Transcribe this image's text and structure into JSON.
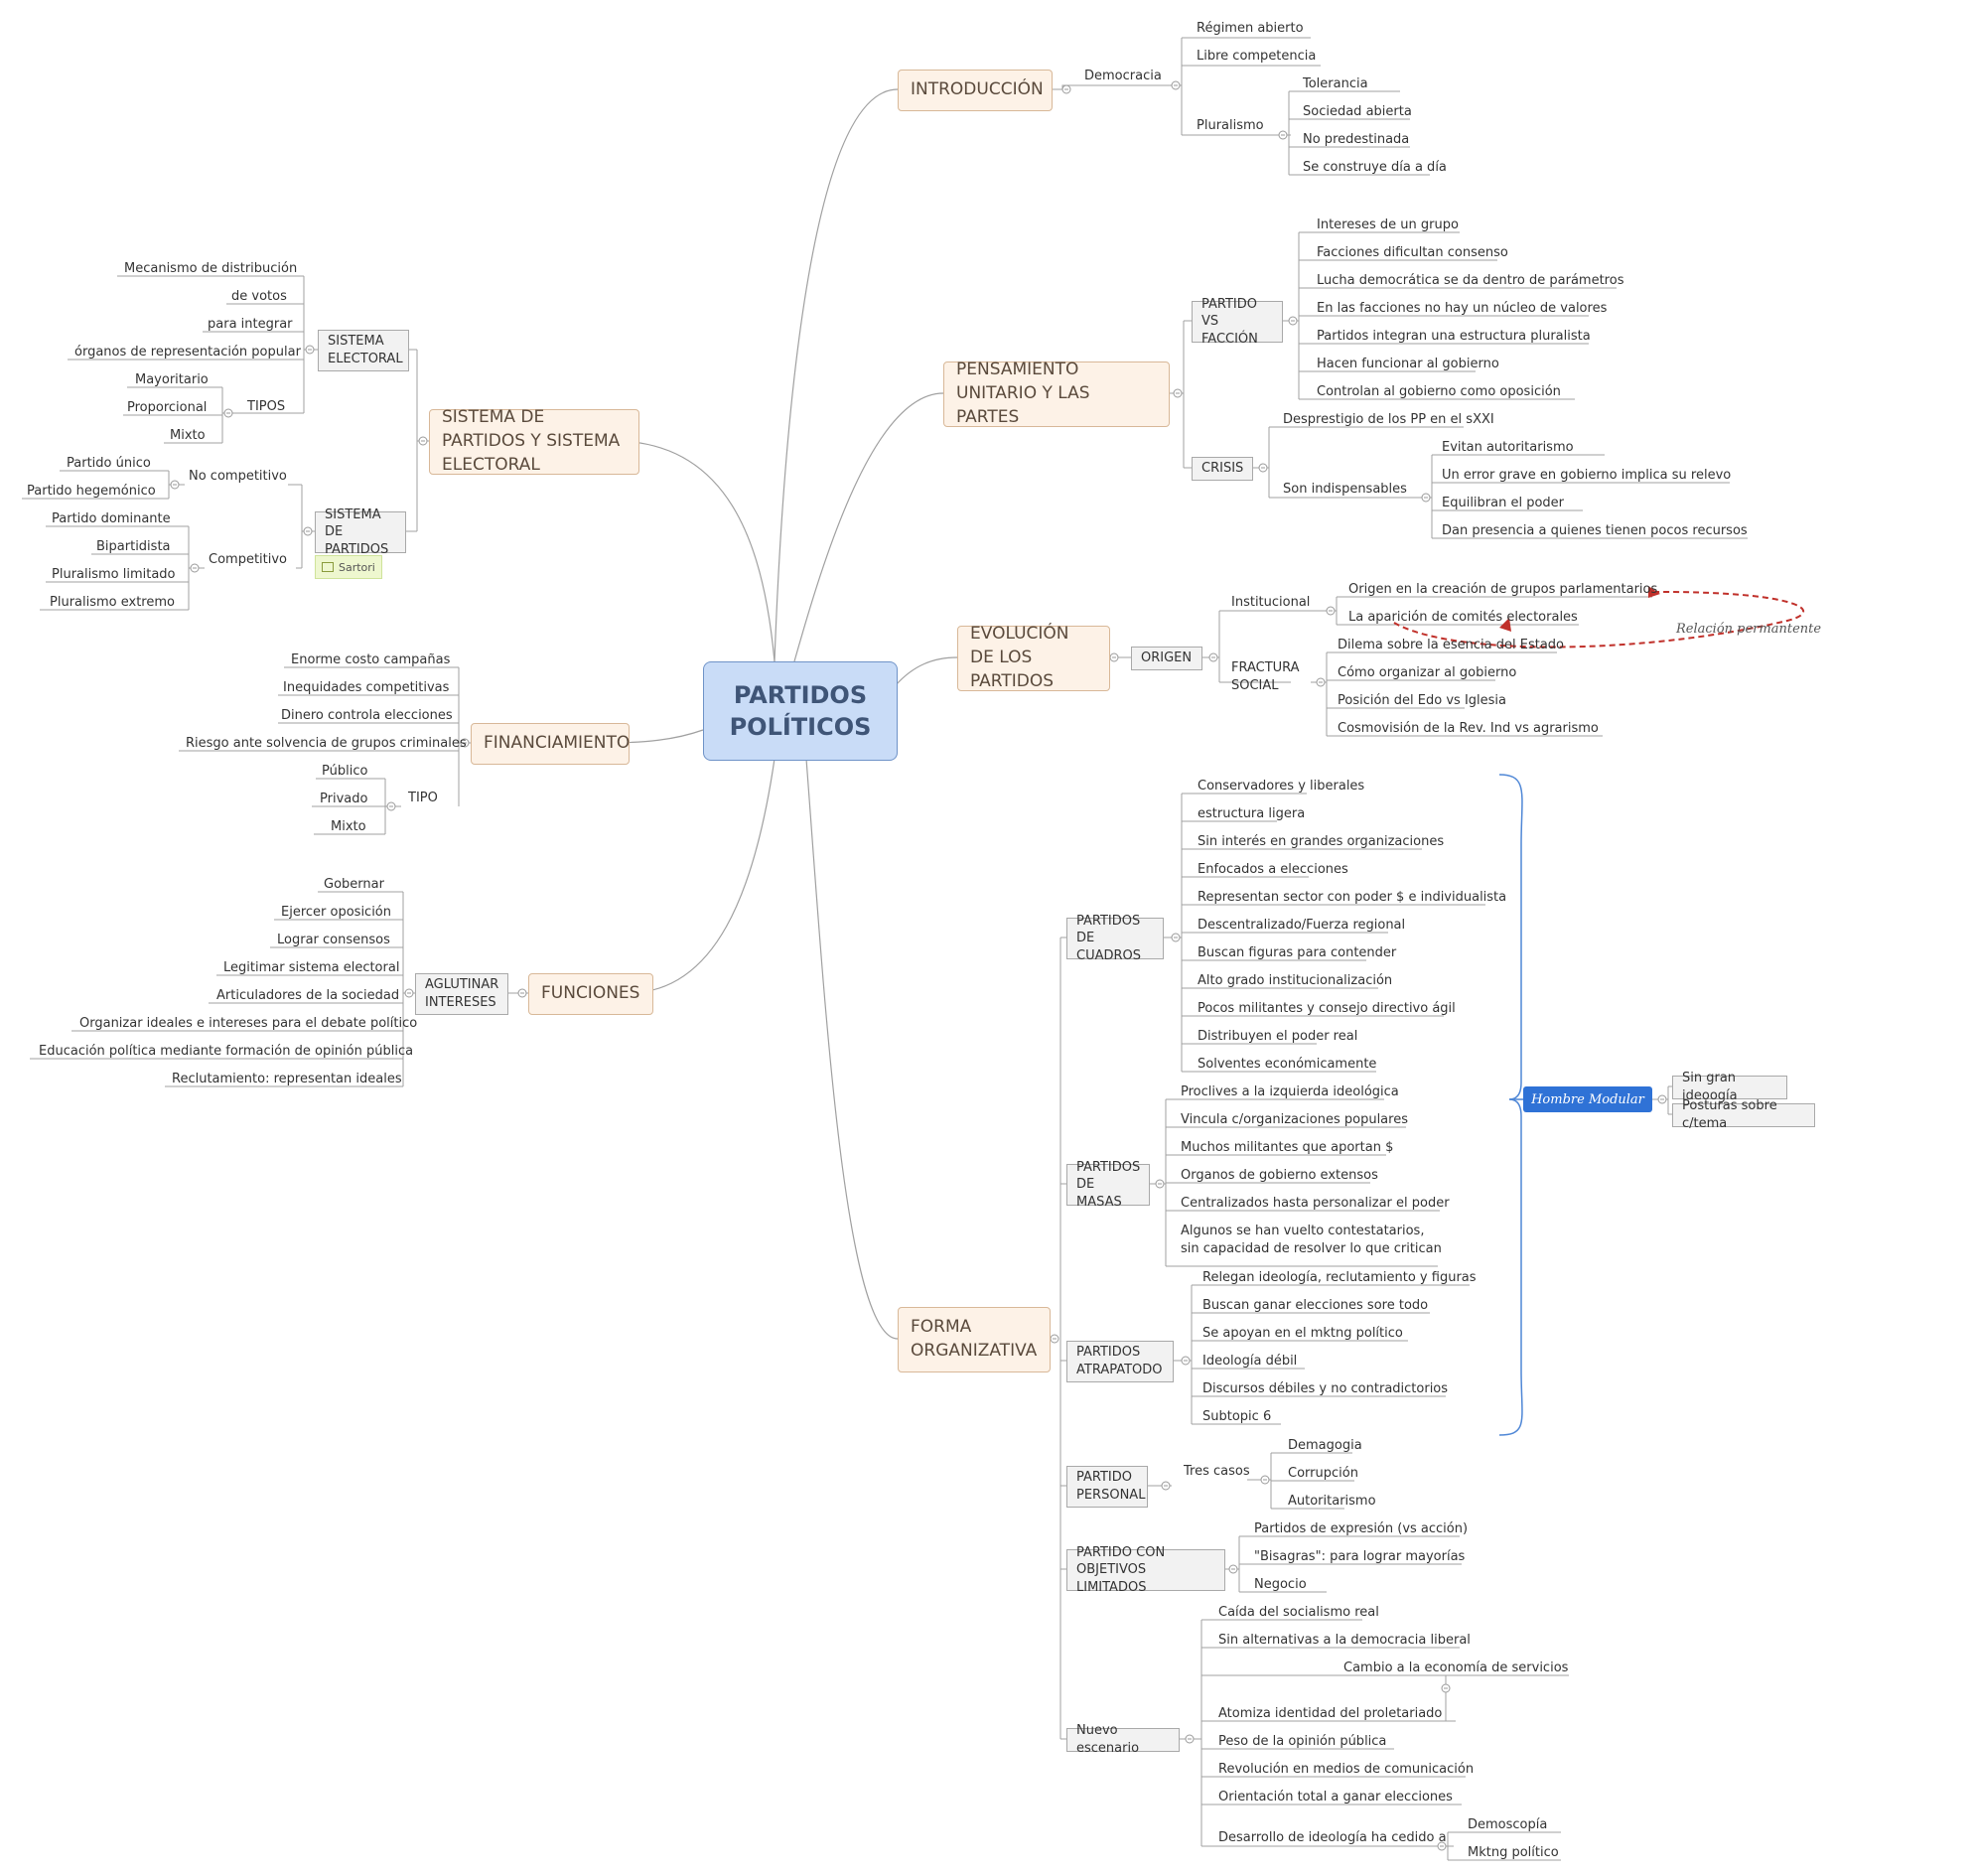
{
  "root": {
    "title_line1": "PARTIDOS",
    "title_line2": "POLÍTICOS"
  },
  "introduccion": {
    "title": "INTRODUCCIÓN",
    "democracia": "Democracia",
    "items": [
      "Régimen abierto",
      "Libre competencia"
    ],
    "pluralismo": "Pluralismo",
    "pluralismo_items": [
      "Tolerancia",
      "Sociedad abierta",
      "No predestinada",
      "Se construye día a día"
    ]
  },
  "pensamiento": {
    "title": "PENSAMIENTO UNITARIO Y LAS PARTES",
    "faccion": {
      "title": "PARTIDO VS FACCIÓN",
      "items": [
        "Intereses de un grupo",
        "Facciones dificultan consenso",
        "Lucha democrática se da dentro de parámetros",
        "En las facciones no hay un núcleo de valores",
        "Partidos integran una estructura pluralista",
        "Hacen funcionar al gobierno",
        "Controlan al gobierno como oposición"
      ]
    },
    "crisis": {
      "title": "CRISIS",
      "desprestigio": "Desprestigio de los PP en el sXXI",
      "indispensables": "Son indispensables",
      "items": [
        "Evitan autoritarismo",
        "Un error grave en gobierno implica su relevo",
        "Equilibran el poder",
        "Dan presencia a quienes tienen pocos recursos"
      ]
    }
  },
  "evolucion": {
    "title": "EVOLUCIÓN DE LOS PARTIDOS",
    "origen": "ORIGEN",
    "institucional": "Institucional",
    "institucional_items": [
      "Origen en la creación de grupos parlamentarios",
      "La aparición de comités electorales"
    ],
    "relacion": "Relación permantente",
    "fractura": "FRACTURA SOCIAL",
    "fractura_items": [
      "Dilema sobre la esencia del Estado",
      "Cómo organizar al gobierno",
      "Posición del Edo vs Iglesia",
      "Cosmovisión de la Rev. Ind vs agrarismo"
    ]
  },
  "forma": {
    "title": "FORMA ORGANIZATIVA",
    "cuadros": {
      "title": "PARTIDOS DE CUADROS",
      "items": [
        "Conservadores y liberales",
        "estructura ligera",
        "Sin interés en grandes organizaciones",
        "Enfocados a elecciones",
        "Representan sector con poder $ e individualista",
        "Descentralizado/Fuerza regional",
        "Buscan figuras para contender",
        "Alto grado institucionalización",
        "Pocos militantes y consejo directivo ágil",
        "Distribuyen el poder real",
        "Solventes económicamente"
      ]
    },
    "masas": {
      "title": "PARTIDOS DE MASAS",
      "items": [
        "Proclives a la izquierda ideológica",
        "Vincula c/organizaciones populares",
        "Muchos militantes que aportan $",
        "Organos de gobierno extensos",
        "Centralizados hasta personalizar el poder"
      ],
      "multi_line1": "Algunos se han vuelto contestatarios,",
      "multi_line2": "sin capacidad de resolver lo que critican"
    },
    "atrapatodo": {
      "title": "PARTIDOS ATRAPATODO",
      "items": [
        "Relegan ideología, reclutamiento y figuras",
        "Buscan ganar elecciones sore todo",
        "Se apoyan en el mktng político",
        "Ideología débil",
        "Discursos débiles y no contradictorios",
        "Subtopic 6"
      ]
    },
    "hombre": {
      "title": "Hombre Modular",
      "items": [
        "Sin gran ideoogía",
        "Posturas sobre c/tema"
      ]
    },
    "personal": {
      "title": "PARTIDO PERSONAL",
      "tres": "Tres casos",
      "items": [
        "Demagogia",
        "Corrupción",
        "Autoritarismo"
      ]
    },
    "limitados": {
      "title": "PARTIDO CON OBJETIVOS LIMITADOS",
      "items": [
        "Partidos de expresión (vs acción)",
        "\"Bisagras\": para lograr mayorías",
        "Negocio"
      ]
    },
    "escenario": {
      "title": "Nuevo escenario",
      "items": [
        "Caída del socialismo real",
        "Sin alternativas a la democracia liberal"
      ],
      "cambio": "Cambio a la economía de servicios",
      "atomiza": "Atomiza identidad del proletariado",
      "items2": [
        "Peso de la opinión pública",
        "Revolución en medios de comunicación",
        "Orientación total a ganar elecciones"
      ],
      "desarrollo": "Desarrollo de ideología ha cedido a",
      "desarrollo_items": [
        "Demoscopía",
        "Mktng político"
      ]
    }
  },
  "sistema": {
    "title": "SISTEMA DE PARTIDOS Y SISTEMA ELECTORAL",
    "electoral": {
      "title": "SISTEMA ELECTORAL",
      "items": [
        "Mecanismo de distribución",
        "de votos",
        "para integrar",
        "órganos de representación popular"
      ],
      "tipos": "TIPOS",
      "tipos_items": [
        "Mayoritario",
        "Proporcional",
        "Mixto"
      ]
    },
    "partidos": {
      "title": "SISTEMA DE PARTIDOS",
      "note": "Sartori",
      "no_competitivo": "No competitivo",
      "no_comp_items": [
        "Partido único",
        "Partido hegemónico"
      ],
      "competitivo": "Competitivo",
      "comp_items": [
        "Partido dominante",
        "Bipartidista",
        "Pluralismo limitado",
        "Pluralismo extremo"
      ]
    }
  },
  "financiamiento": {
    "title": "FINANCIAMIENTO",
    "items": [
      "Enorme costo campañas",
      "Inequidades competitivas",
      "Dinero controla elecciones",
      "Riesgo ante solvencia de grupos criminales"
    ],
    "tipo": "TIPO",
    "tipo_items": [
      "Público",
      "Privado",
      "Mixto"
    ]
  },
  "funciones": {
    "title": "FUNCIONES",
    "aglutinar": "AGLUTINAR INTERESES",
    "items": [
      "Gobernar",
      "Ejercer oposición",
      "Lograr consensos",
      "Legitimar sistema electoral",
      "Articuladores de la sociedad",
      "Organizar ideales e intereses para el debate político",
      "Educación política mediante formación de opinión pública",
      "Reclutamiento: representan ideales"
    ]
  },
  "colors": {
    "line": "#a0a0a0",
    "root_fill": "#c9dcf7",
    "main_fill": "#fdf2e7",
    "box_fill": "#f2f2f2",
    "bracket": "#4f87d6",
    "relation": "#c0302a",
    "special": "#2f72d6"
  }
}
